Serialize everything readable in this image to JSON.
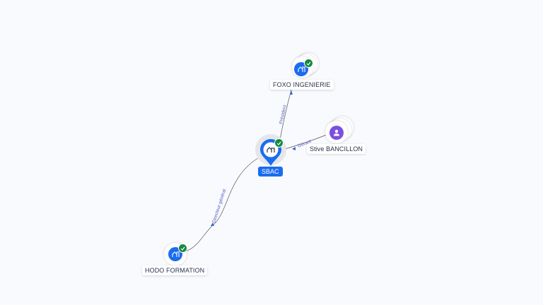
{
  "graph": {
    "center": {
      "name": "SBAC",
      "icon": "company-icon",
      "verified": true
    },
    "nodes": [
      {
        "id": "foxo",
        "name": "FOXO INGENIERIE",
        "type": "company",
        "icon": "company-icon",
        "verified": true,
        "relation": "Président"
      },
      {
        "id": "stive",
        "name": "Stive BANCILLON",
        "type": "person",
        "icon": "person-icon",
        "verified": false,
        "relation": "Gérant"
      },
      {
        "id": "hodo",
        "name": "HODO FORMATION",
        "type": "company",
        "icon": "company-icon",
        "verified": true,
        "relation": "Directeur général"
      }
    ]
  },
  "colors": {
    "company": "#1a6cf0",
    "person": "#7b4fe0",
    "verified": "#138a3e",
    "edge_label": "#5a62c8",
    "background": "#f8fafd"
  }
}
